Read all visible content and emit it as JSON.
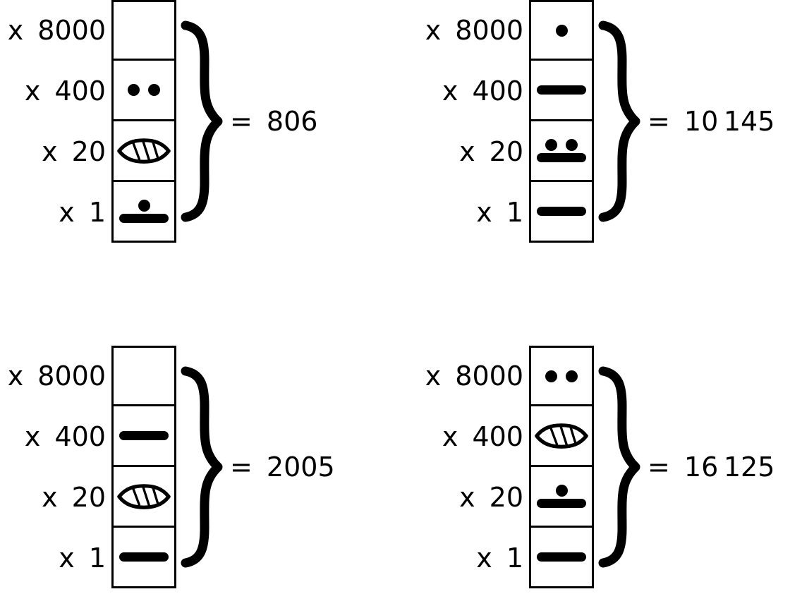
{
  "colors": {
    "ink": "#000000",
    "paper": "#ffffff"
  },
  "multiplier_labels": [
    "x 8000",
    "x 400",
    "x 20",
    "x 1"
  ],
  "diagrams": [
    {
      "name": "top-left",
      "cells": [
        {
          "dots": 0,
          "bars": 0,
          "shell": false
        },
        {
          "dots": 2,
          "bars": 0,
          "shell": false
        },
        {
          "dots": 0,
          "bars": 0,
          "shell": true
        },
        {
          "dots": 1,
          "bars": 1,
          "shell": false
        }
      ],
      "result": "= 806"
    },
    {
      "name": "top-right",
      "cells": [
        {
          "dots": 1,
          "bars": 0,
          "shell": false
        },
        {
          "dots": 0,
          "bars": 1,
          "shell": false
        },
        {
          "dots": 2,
          "bars": 1,
          "shell": false
        },
        {
          "dots": 0,
          "bars": 1,
          "shell": false
        }
      ],
      "result": "= 10 145"
    },
    {
      "name": "bottom-left",
      "cells": [
        {
          "dots": 0,
          "bars": 0,
          "shell": false
        },
        {
          "dots": 0,
          "bars": 1,
          "shell": false
        },
        {
          "dots": 0,
          "bars": 0,
          "shell": true
        },
        {
          "dots": 0,
          "bars": 1,
          "shell": false
        }
      ],
      "result": "= 2005"
    },
    {
      "name": "bottom-right",
      "cells": [
        {
          "dots": 2,
          "bars": 0,
          "shell": false
        },
        {
          "dots": 0,
          "bars": 0,
          "shell": true
        },
        {
          "dots": 1,
          "bars": 1,
          "shell": false
        },
        {
          "dots": 0,
          "bars": 1,
          "shell": false
        }
      ],
      "result": "= 16 125"
    }
  ]
}
